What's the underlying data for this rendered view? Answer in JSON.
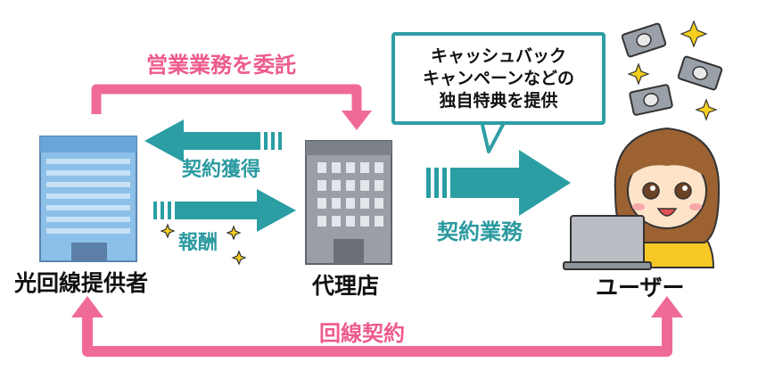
{
  "nodes": {
    "provider": "光回線提供者",
    "agency": "代理店",
    "user": "ユーザー"
  },
  "flows": {
    "outsource": "営業業務を委託",
    "contract_acquisition": "契約獲得",
    "reward": "報酬",
    "contract_work": "契約業務",
    "line_contract": "回線契約"
  },
  "bubble": {
    "lines": [
      "キャッシュバック",
      "キャンペーンなどの",
      "独自特典を提供"
    ]
  },
  "colors": {
    "pink_arrow": "#f06a96",
    "teal_arrow": "#2a9ea3",
    "bubble_border": "#2e9ea4"
  }
}
